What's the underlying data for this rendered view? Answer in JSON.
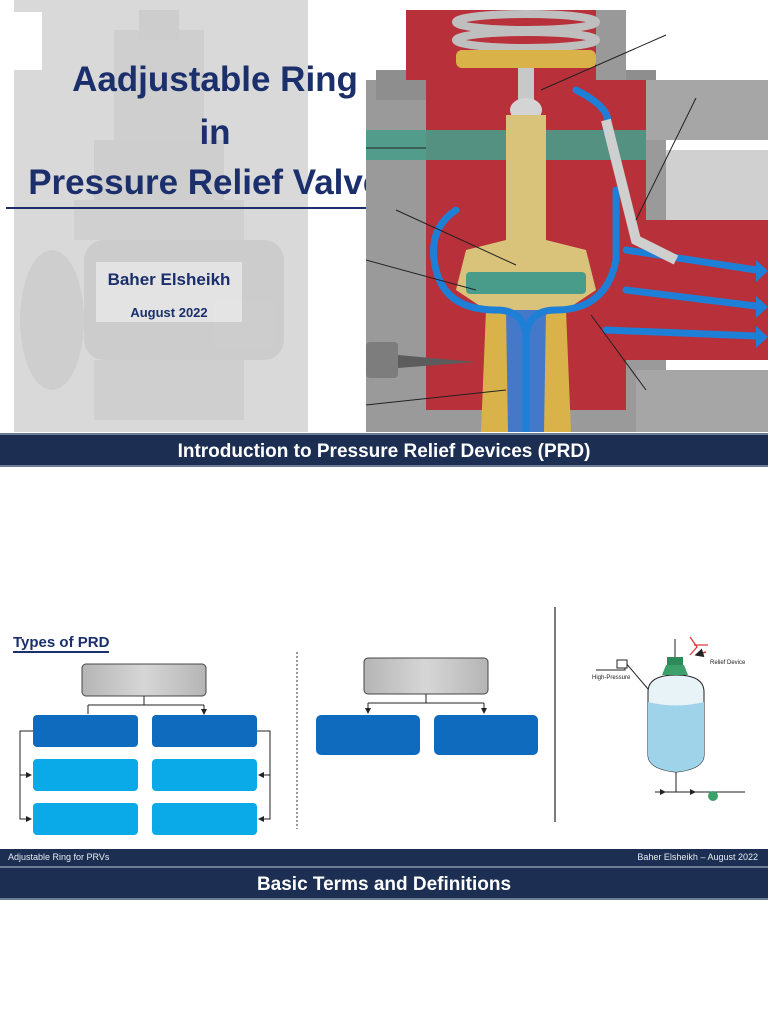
{
  "slide1": {
    "title_line1": "Aadjustable Ring",
    "title_line2": "in",
    "title_line3": "Pressure Relief Valves",
    "author": "Baher Elsheikh",
    "date": "August 2022"
  },
  "slide2": {
    "banner": "Introduction to Pressure Relief Devices (PRD)",
    "heading": "Types of PRD",
    "vessel_labels": {
      "high_pressure": "High-Pressure",
      "relief_device": "Relief Device"
    },
    "footer_left": "Adjustable Ring for PRVs",
    "footer_right": "Baher Elsheikh – August 2022"
  },
  "slide3": {
    "banner": "Basic Terms and Definitions"
  },
  "colors": {
    "navy": "#1c2f52",
    "title_blue": "#1a2f6b",
    "box_dark": "#0f6bbd",
    "box_light": "#0aaae8",
    "box_grey": "#bfbfbf",
    "valve_red": "#b8303a",
    "flow_blue": "#1e7fd6",
    "brass": "#d9b34a"
  }
}
